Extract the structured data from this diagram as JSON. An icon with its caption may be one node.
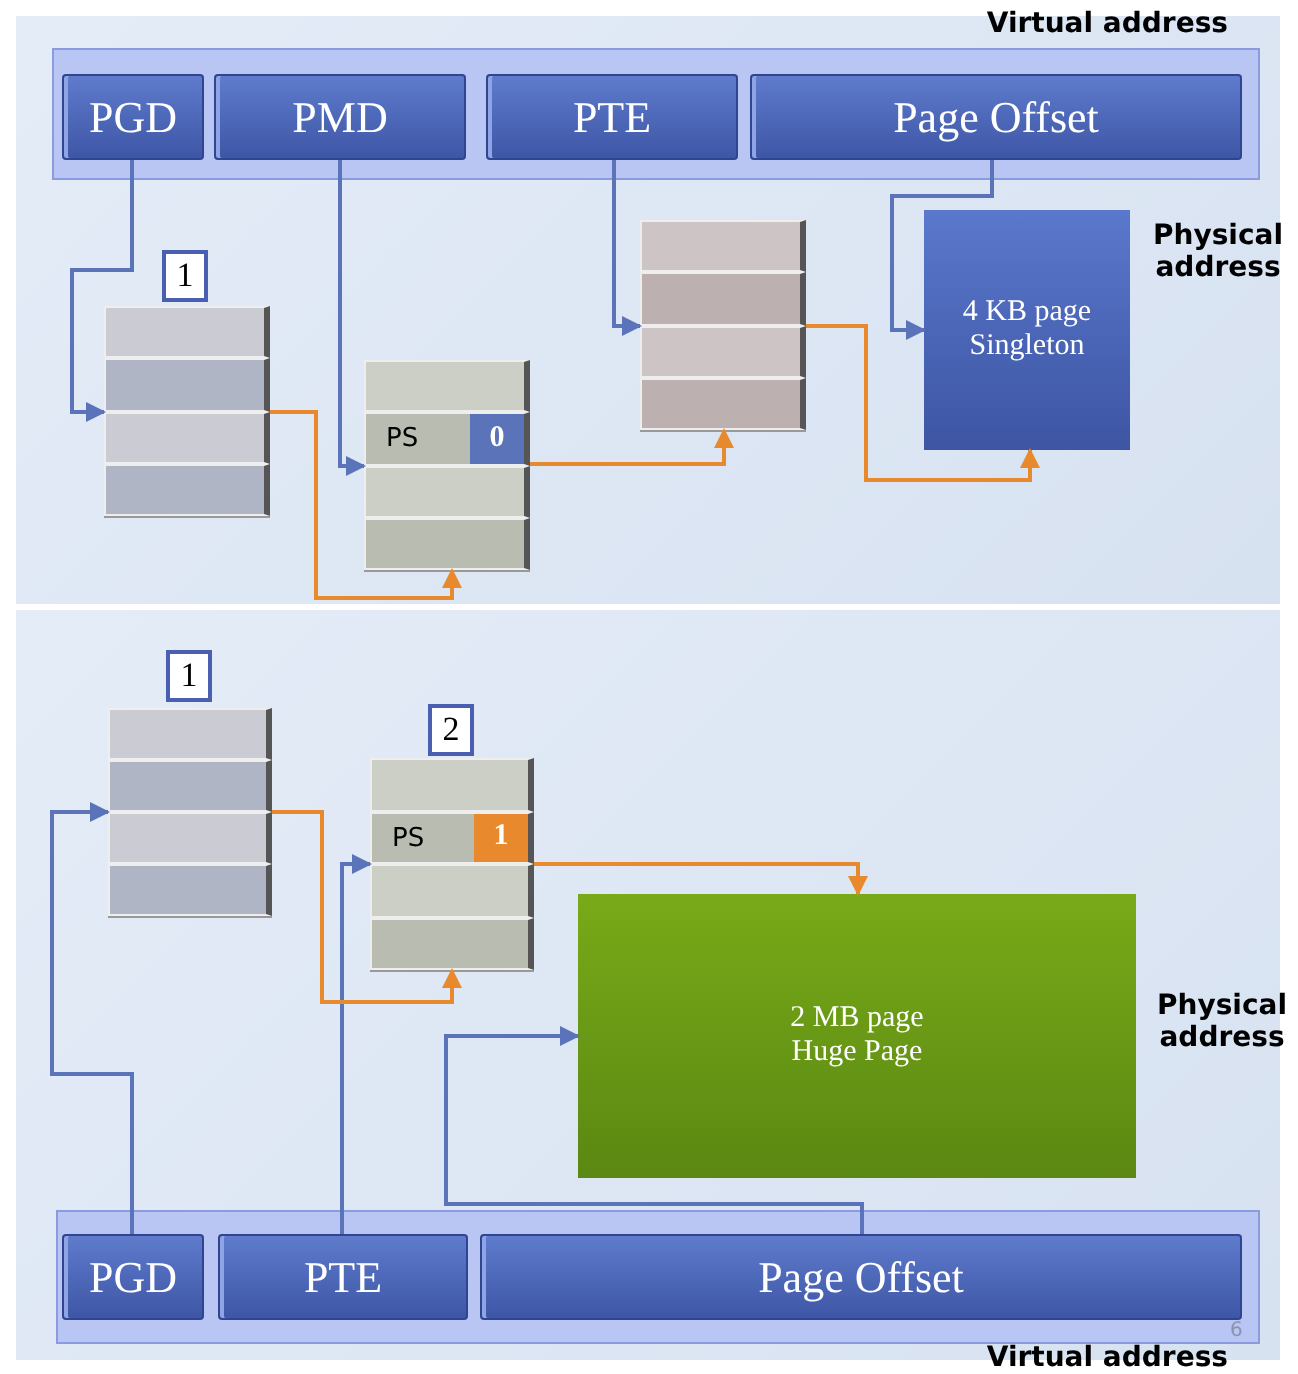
{
  "diagram": {
    "nodes": [
      {
        "text": [
          "Virtual address"
        ]
      },
      {
        "text": [
          "PGD"
        ],
        "in": 0
      },
      {
        "text": [
          "PMD"
        ],
        "in": 0
      },
      {
        "text": [
          "PTE"
        ],
        "in": 0
      },
      {
        "text": [
          "Page Offset"
        ],
        "in": 0
      },
      {
        "text": [
          "1"
        ]
      },
      {
        "text": [
          "PS",
          "0"
        ]
      },
      {
        "text": [],
        "shape": "box"
      },
      {
        "text": [
          "4 KB page",
          "Singleton"
        ],
        "beside": [
          "Physical address"
        ]
      },
      {
        "text": [
          "1"
        ]
      },
      {
        "text": [
          "2",
          "PS",
          "1"
        ]
      },
      {
        "text": [
          "2 MB page",
          "Huge Page"
        ],
        "beside": [
          "Physical address"
        ]
      },
      {
        "text": [
          "Virtual address"
        ]
      },
      {
        "text": [
          "PGD"
        ],
        "in": 12
      },
      {
        "text": [
          "PTE"
        ],
        "in": 12
      },
      {
        "text": [
          "Page Offset"
        ],
        "in": 12
      }
    ],
    "edges": [
      {
        "from": 1,
        "to": 5,
        "arrow": "to"
      },
      {
        "from": 2,
        "to": 6,
        "arrow": "to"
      },
      {
        "from": 3,
        "to": 7,
        "arrow": "to"
      },
      {
        "from": 4,
        "to": 8,
        "arrow": "to"
      },
      {
        "from": 5,
        "to": 6,
        "arrow": "to",
        "color": "#e8892e"
      },
      {
        "from": 6,
        "to": 7,
        "arrow": "to",
        "color": "#e8892e"
      },
      {
        "from": 7,
        "to": 8,
        "arrow": "to",
        "color": "#e8892e"
      },
      {
        "from": 13,
        "to": 9,
        "arrow": "to"
      },
      {
        "from": 14,
        "to": 10,
        "arrow": "to"
      },
      {
        "from": 15,
        "to": 11,
        "arrow": "to"
      },
      {
        "from": 9,
        "to": 10,
        "arrow": "to",
        "color": "#e8892e"
      },
      {
        "from": 10,
        "to": 11,
        "arrow": "to",
        "color": "#e8892e"
      }
    ],
    "labels": [
      "6"
    ]
  }
}
